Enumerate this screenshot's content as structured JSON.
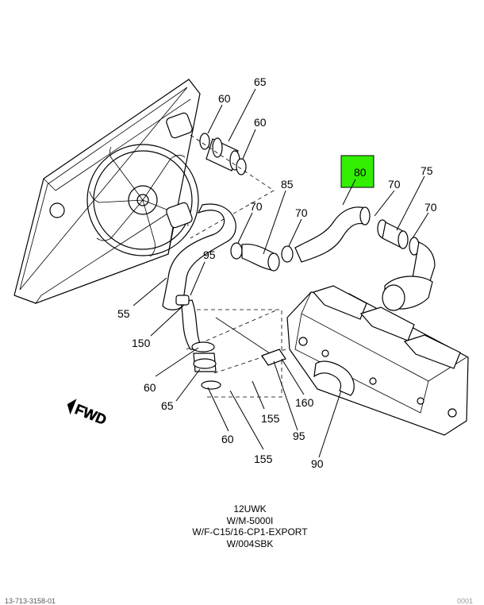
{
  "callouts": {
    "c65_top": "65",
    "c60_top_left": "60",
    "c60_top_right": "60",
    "c80": "80",
    "c75": "75",
    "c85": "85",
    "c70_a": "70",
    "c70_b": "70",
    "c70_c": "70",
    "c70_d": "70",
    "c95_a": "95",
    "c55": "55",
    "c150": "150",
    "c60_mid": "60",
    "c65_mid": "65",
    "c60_bottom": "60",
    "c155_a": "155",
    "c155_b": "155",
    "c160": "160",
    "c95_b": "95",
    "c90": "90"
  },
  "fwd_label": "FWD",
  "caption": {
    "line1": "12UWK",
    "line2": "W/M-5000I",
    "line3": "W/F-C15/16-CP1-EXPORT",
    "line4": "W/004SBK"
  },
  "footer": {
    "left": "13-713-3158-01",
    "right": "0001"
  },
  "colors": {
    "highlight": "#33ee00",
    "line": "#000000",
    "background": "#ffffff"
  }
}
